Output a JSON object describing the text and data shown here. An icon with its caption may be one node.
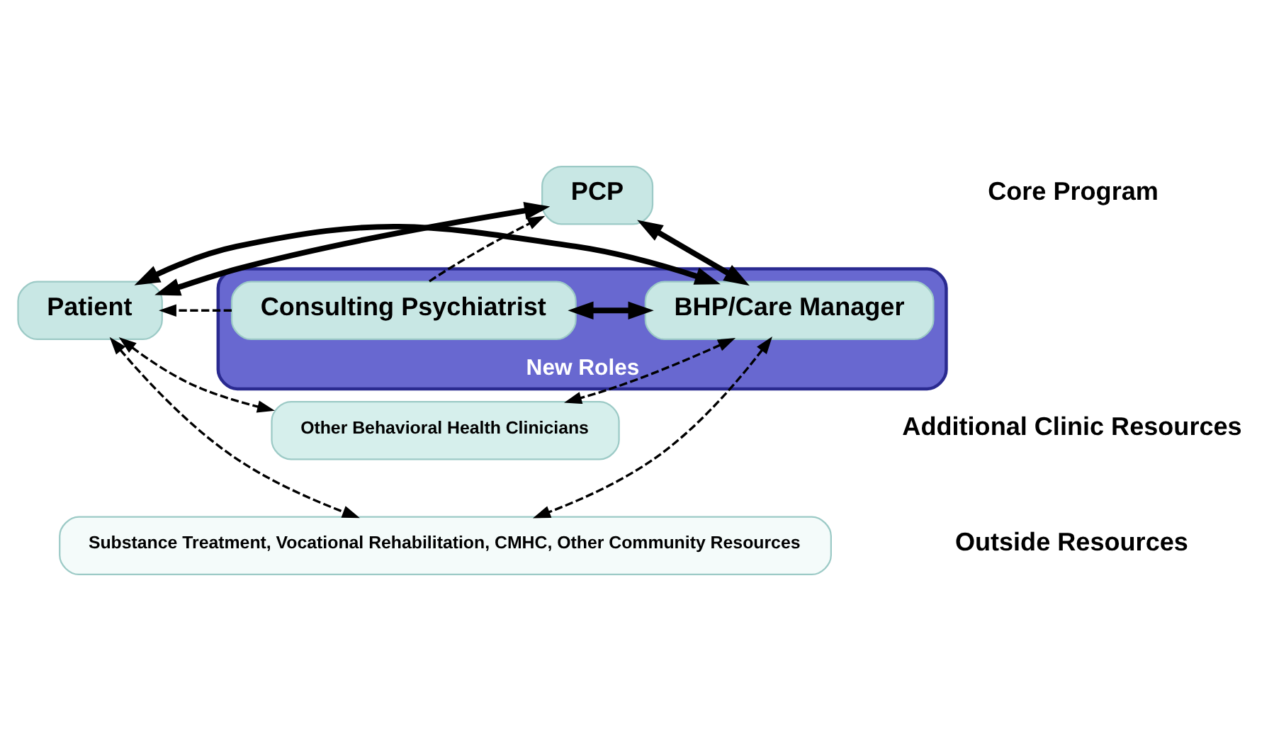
{
  "diagram": {
    "nodes": [
      {
        "text": [
          "PCP"
        ]
      },
      {
        "text": [
          "Patient"
        ]
      },
      {
        "text": [
          "New Roles"
        ]
      },
      {
        "text": [
          "BHP/Care Manager"
        ],
        "in": 2
      },
      {
        "text": [
          "Consulting Psychiatrist"
        ],
        "in": 2
      },
      {
        "text": [
          "Other Behavioral Health Clinicians"
        ]
      },
      {
        "text": [
          "Substance Treatment, Vocational Rehabilitation, CMHC, Other Community Resources"
        ]
      }
    ],
    "edges": [
      {
        "from": 1,
        "to": 0,
        "arrow": "both",
        "style": "thick"
      },
      {
        "from": 0,
        "to": 3,
        "arrow": "both",
        "style": "thick"
      },
      {
        "from": 1,
        "to": 3,
        "arrow": "both",
        "style": "thick"
      },
      {
        "from": 3,
        "to": 4,
        "arrow": "both",
        "style": "thick"
      },
      {
        "from": 4,
        "to": 0,
        "arrow": "to",
        "style": "dashed"
      },
      {
        "from": 4,
        "to": 1,
        "arrow": "to",
        "style": "dashed"
      },
      {
        "from": 1,
        "to": 5,
        "arrow": "both",
        "style": "dashed"
      },
      {
        "from": 3,
        "to": 5,
        "arrow": "both",
        "style": "dashed"
      },
      {
        "from": 1,
        "to": 6,
        "arrow": "both",
        "style": "dashed"
      },
      {
        "from": 3,
        "to": 6,
        "arrow": "both",
        "style": "dashed"
      }
    ],
    "labels": [
      "Core Program",
      "Additional Clinic Resources",
      "Outside Resources"
    ]
  }
}
